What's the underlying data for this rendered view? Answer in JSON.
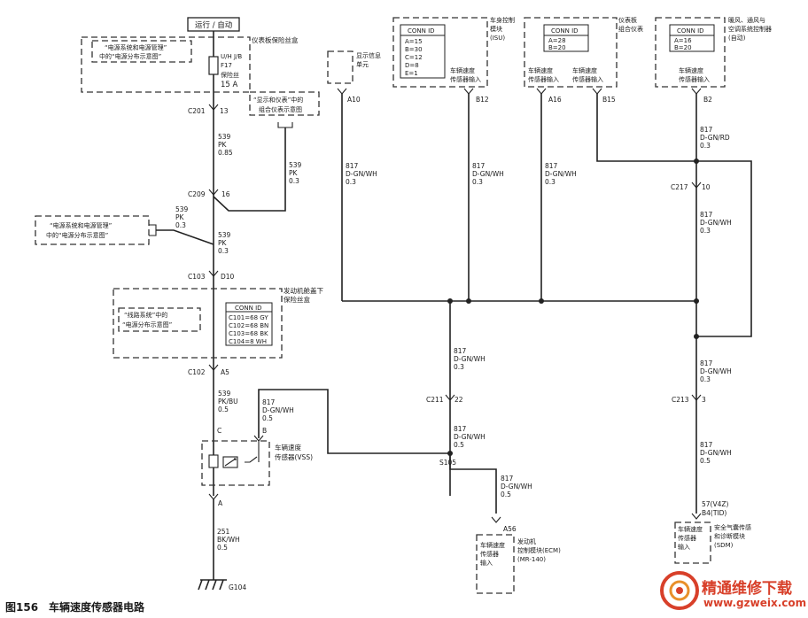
{
  "run_label": "运行 / 自动",
  "panel_fuse_box": "仪表板保险丝盒",
  "ref_power_1": [
    "“电源系统和电源管理”",
    "中的“电源分布示意图”"
  ],
  "fuse_label": [
    "U/H J/B",
    "F17",
    "保险丝",
    "15 A"
  ],
  "c201": "C201",
  "c201_pin": "13",
  "ref_display": [
    "“显示和仪表”中的",
    "组合仪表示意图"
  ],
  "wire_539_pk_085": [
    "539",
    "PK",
    "0.85"
  ],
  "wire_539_pk_03": [
    "539",
    "PK",
    "0.3"
  ],
  "c209": "C209",
  "c209_pin": "16",
  "ref_power_2": [
    "“电源系统和电源管理”",
    "中的“电源分布示意图”"
  ],
  "c103": "C103",
  "c103_pin": "D10",
  "underhood_fuse_box": [
    "发动机舱盖下",
    "保险丝盒"
  ],
  "ref_circuit": [
    "“线路系统”中的",
    "“电源分布示意图”"
  ],
  "conn_id_title": "CONN ID",
  "underhood_conn": [
    "C101=68 GY",
    "C102=68 BN",
    "C103=68 BK",
    "C104=8 WH"
  ],
  "c102": "C102",
  "c102_pin": "A5",
  "wire_539_pkbu": [
    "539",
    "PK/BU",
    "0.5"
  ],
  "wire_817_05": [
    "817",
    "D-GN/WH",
    "0.5"
  ],
  "wire_817_03": [
    "817",
    "D-GN/WH",
    "0.3"
  ],
  "wire_817_rd": [
    "817",
    "D-GN/RD",
    "0.3"
  ],
  "vss_pin_c": "C",
  "vss_pin_b": "B",
  "vss_pin_a": "A",
  "vss_label": [
    "车辆速度",
    "传感器(VSS)"
  ],
  "wire_251": [
    "251",
    "BK/WH",
    "0.5"
  ],
  "g104": "G104",
  "display_unit": [
    "显示信息",
    "单元"
  ],
  "display_pin": "A10",
  "isu_title": [
    "车身控制",
    "模块",
    "(ISU)"
  ],
  "isu_conn": [
    "A=15",
    "B=30",
    "C=12",
    "D=8",
    "E=1"
  ],
  "isu_input": [
    "车辆速度",
    "传感器输入"
  ],
  "isu_pin": "B12",
  "ipc_title": [
    "仪表板",
    "组合仪表"
  ],
  "ipc_conn": [
    "A=28",
    "B=20"
  ],
  "ipc_input": [
    "车辆速度",
    "传感器输入"
  ],
  "ipc_pin_a": "A16",
  "ipc_pin_b": "B15",
  "hvac_title": [
    "暖风、通风与",
    "空调系统控制器",
    "(自动)"
  ],
  "hvac_conn": [
    "A=16",
    "B=20"
  ],
  "hvac_input": [
    "车辆速度",
    "传感器输入"
  ],
  "hvac_pin": "B2",
  "c217": "C217",
  "c217_pin": "10",
  "c211": "C211",
  "c211_pin": "22",
  "s105": "S105",
  "c213": "C213",
  "c213_pin": "3",
  "ecm_pin": "A56",
  "ecm_input": [
    "车辆速度",
    "传感器",
    "输入"
  ],
  "ecm_title": [
    "发动机",
    "控制模块(ECM)",
    "(MR-140)"
  ],
  "sdm_pin": [
    "57(V4Z)",
    "B4(TID)"
  ],
  "sdm_input": [
    "车辆速度",
    "传感器",
    "输入"
  ],
  "sdm_title": [
    "安全气囊传感",
    "和诊断模块",
    "(SDM)"
  ],
  "caption": "图156　车辆速度传感器电路",
  "watermark_title": "精通维修下载",
  "watermark_url": "www.gzweix.com",
  "colors": {
    "line": "#222222",
    "watermark": "#d8402a"
  }
}
